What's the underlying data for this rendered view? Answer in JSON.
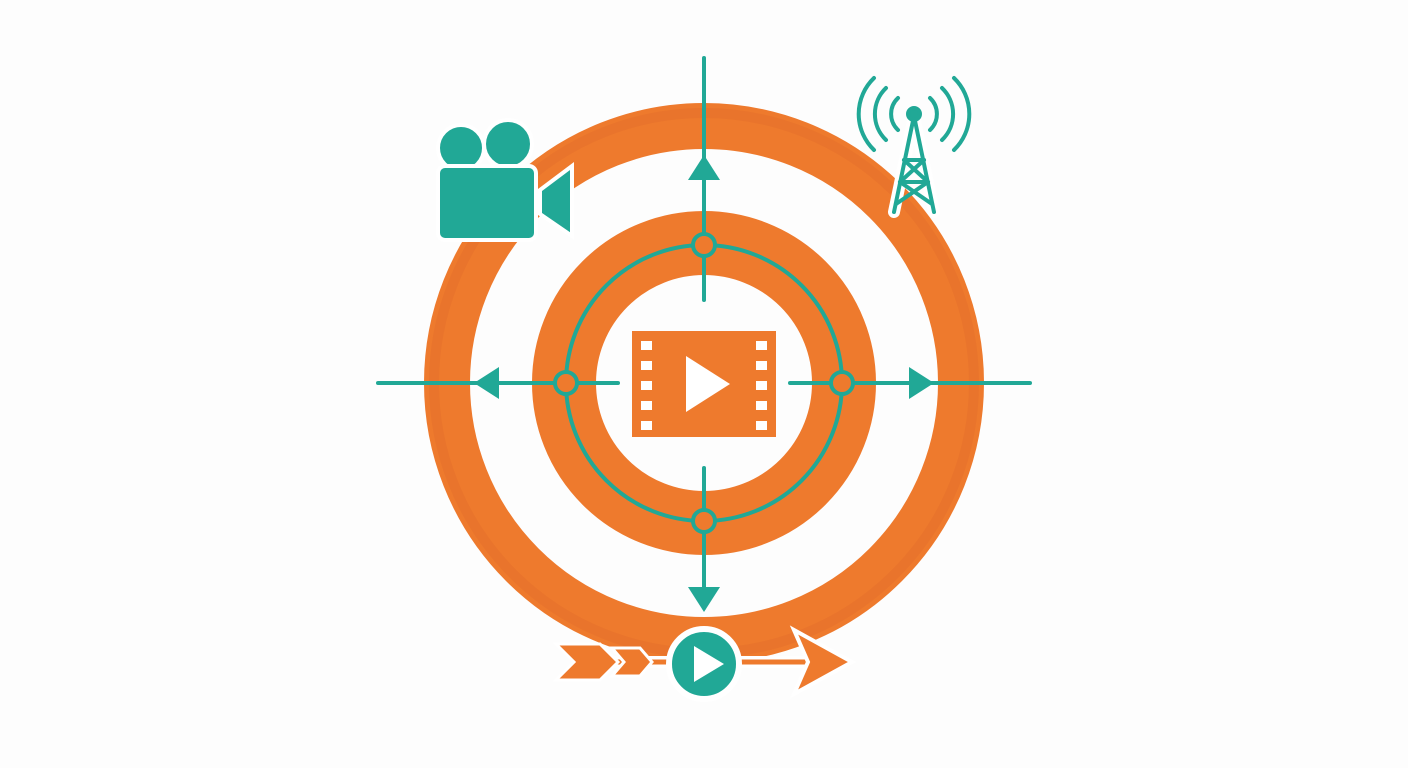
{
  "colors": {
    "background": "#fdfdfd",
    "orange": "#ee7a2d",
    "orange_dark": "#e0692a",
    "teal": "#21a896",
    "white": "#ffffff"
  },
  "diagram": {
    "title": "",
    "text_labels": [],
    "icons": [
      "film-reel-play-icon",
      "movie-camera-icon",
      "broadcast-tower-icon",
      "play-button-icon",
      "arrow-up-icon",
      "arrow-down-icon",
      "arrow-left-icon",
      "arrow-right-icon",
      "fletched-arrow-icon"
    ],
    "rings": [
      "outer-ring",
      "inner-ring",
      "teal-orbit-ring"
    ],
    "junction_nodes": [
      "top",
      "right",
      "bottom",
      "left"
    ]
  }
}
